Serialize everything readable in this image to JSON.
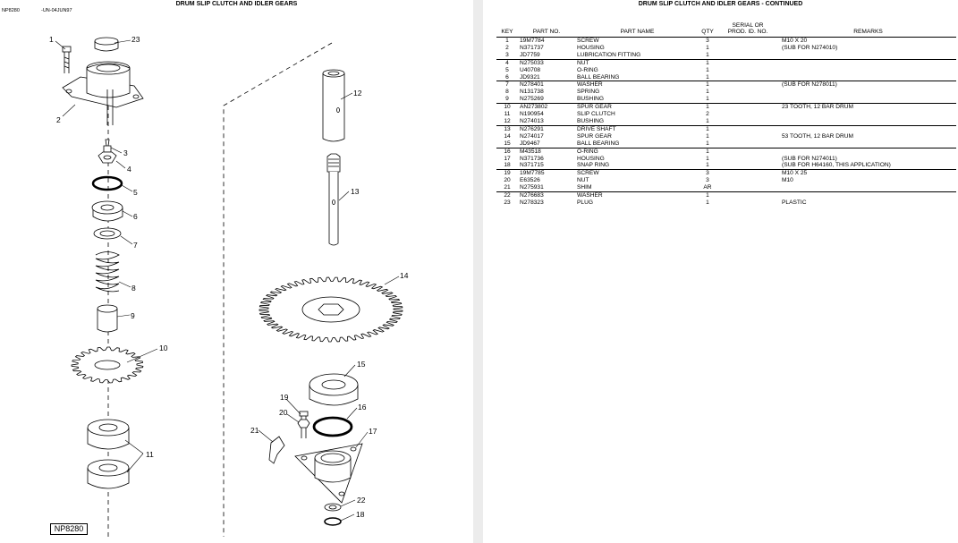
{
  "left_page": {
    "title": "DRUM SLIP CLUTCH AND IDLER GEARS",
    "code": "NP8280",
    "date": "-UN-04JUN97",
    "figure_label": "NP8280",
    "callouts": [
      "1",
      "2",
      "3",
      "4",
      "5",
      "6",
      "7",
      "8",
      "9",
      "10",
      "11",
      "12",
      "13",
      "14",
      "15",
      "16",
      "17",
      "18",
      "19",
      "20",
      "21",
      "22",
      "23"
    ]
  },
  "right_page": {
    "title": "DRUM SLIP CLUTCH AND IDLER GEARS - CONTINUED",
    "columns": {
      "key": "KEY",
      "part_no": "PART NO.",
      "part_name": "PART NAME",
      "qty": "QTY",
      "serial_line1": "SERIAL OR",
      "serial_line2": "PROD. ID. NO.",
      "remarks": "REMARKS"
    },
    "rows": [
      {
        "key": "1",
        "part_no": "19M7784",
        "name": "SCREW",
        "qty": "3",
        "serial": "",
        "remarks": "M10 X 20"
      },
      {
        "key": "2",
        "part_no": "N371737",
        "name": "HOUSING",
        "qty": "1",
        "serial": "",
        "remarks": "(SUB FOR N274010)"
      },
      {
        "key": "3",
        "part_no": "JD7759",
        "name": "LUBRICATION FITTING",
        "qty": "1",
        "serial": "",
        "remarks": ""
      },
      {
        "key": "4",
        "part_no": "N275033",
        "name": "NUT",
        "qty": "1",
        "serial": "",
        "remarks": ""
      },
      {
        "key": "5",
        "part_no": "U40708",
        "name": "O-RING",
        "qty": "1",
        "serial": "",
        "remarks": ""
      },
      {
        "key": "6",
        "part_no": "JD9321",
        "name": "BALL BEARING",
        "qty": "1",
        "serial": "",
        "remarks": ""
      },
      {
        "key": "7",
        "part_no": "N278401",
        "name": "WASHER",
        "qty": "1",
        "serial": "",
        "remarks": "(SUB FOR N278011)"
      },
      {
        "key": "8",
        "part_no": "N131738",
        "name": "SPRING",
        "qty": "1",
        "serial": "",
        "remarks": ""
      },
      {
        "key": "9",
        "part_no": "N275269",
        "name": "BUSHING",
        "qty": "1",
        "serial": "",
        "remarks": ""
      },
      {
        "key": "10",
        "part_no": "AN273802",
        "name": "SPUR GEAR",
        "qty": "1",
        "serial": "",
        "remarks": "23 TOOTH, 12 BAR DRUM"
      },
      {
        "key": "11",
        "part_no": "N190954",
        "name": "SLIP CLUTCH",
        "qty": "2",
        "serial": "",
        "remarks": ""
      },
      {
        "key": "12",
        "part_no": "N274013",
        "name": "BUSHING",
        "qty": "1",
        "serial": "",
        "remarks": ""
      },
      {
        "key": "13",
        "part_no": "N276291",
        "name": "DRIVE SHAFT",
        "qty": "1",
        "serial": "",
        "remarks": ""
      },
      {
        "key": "14",
        "part_no": "N274017",
        "name": "SPUR GEAR",
        "qty": "1",
        "serial": "",
        "remarks": "53 TOOTH, 12 BAR DRUM"
      },
      {
        "key": "15",
        "part_no": "JD9467",
        "name": "BALL BEARING",
        "qty": "1",
        "serial": "",
        "remarks": ""
      },
      {
        "key": "16",
        "part_no": "M43518",
        "name": "O-RING",
        "qty": "1",
        "serial": "",
        "remarks": ""
      },
      {
        "key": "17",
        "part_no": "N371736",
        "name": "HOUSING",
        "qty": "1",
        "serial": "",
        "remarks": "(SUB FOR N274011)"
      },
      {
        "key": "18",
        "part_no": "N371715",
        "name": "SNAP RING",
        "qty": "1",
        "serial": "",
        "remarks": "(SUB FOR H64160, THIS APPLICATION)"
      },
      {
        "key": "19",
        "part_no": "19M7785",
        "name": "SCREW",
        "qty": "3",
        "serial": "",
        "remarks": "M10 X 25"
      },
      {
        "key": "20",
        "part_no": "E63526",
        "name": "NUT",
        "qty": "3",
        "serial": "",
        "remarks": "M10"
      },
      {
        "key": "21",
        "part_no": "N275931",
        "name": "SHIM",
        "qty": "AR",
        "serial": "",
        "remarks": ""
      },
      {
        "key": "22",
        "part_no": "N276683",
        "name": "WASHER",
        "qty": "1",
        "serial": "",
        "remarks": ""
      },
      {
        "key": "23",
        "part_no": "N278323",
        "name": "PLUG",
        "qty": "1",
        "serial": "",
        "remarks": "PLASTIC"
      }
    ]
  }
}
